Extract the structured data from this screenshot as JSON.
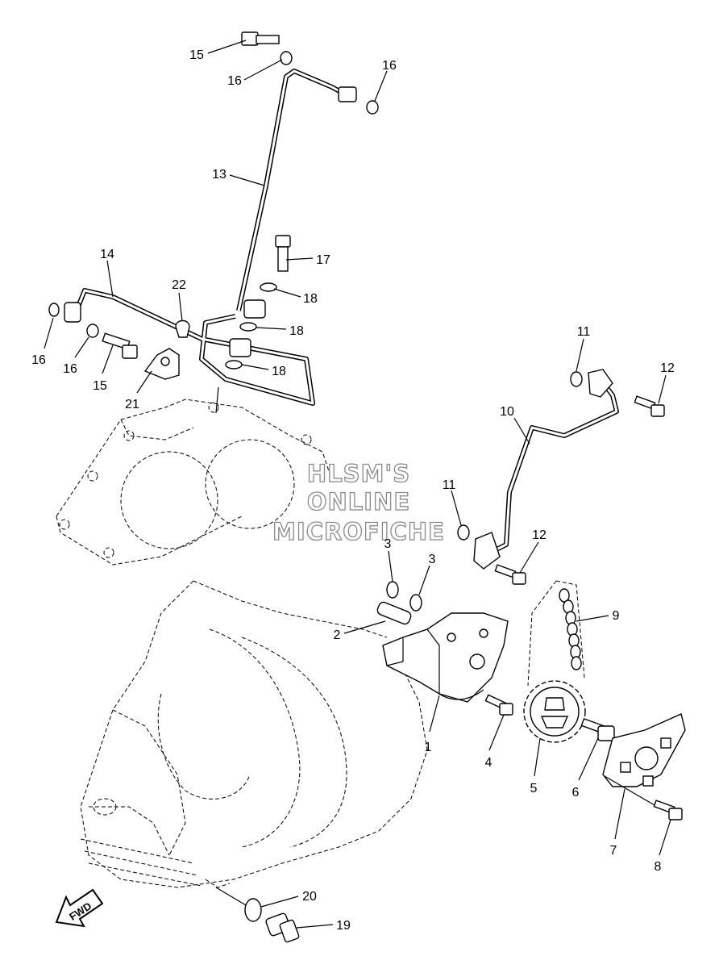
{
  "watermark": {
    "line1": "HLSM'S",
    "line2": "ONLINE",
    "line3": "MICROFICHE"
  },
  "direction_arrow": {
    "label": "FWD",
    "icon": "arrow-left-icon"
  },
  "callouts": [
    {
      "id": "c15a",
      "label": "15"
    },
    {
      "id": "c16a",
      "label": "16"
    },
    {
      "id": "c16b",
      "label": "16"
    },
    {
      "id": "c13",
      "label": "13"
    },
    {
      "id": "c17",
      "label": "17"
    },
    {
      "id": "c14",
      "label": "14"
    },
    {
      "id": "c22",
      "label": "22"
    },
    {
      "id": "c18a",
      "label": "18"
    },
    {
      "id": "c18b",
      "label": "18"
    },
    {
      "id": "c18c",
      "label": "18"
    },
    {
      "id": "c16c",
      "label": "16"
    },
    {
      "id": "c16d",
      "label": "16"
    },
    {
      "id": "c15b",
      "label": "15"
    },
    {
      "id": "c21",
      "label": "21"
    },
    {
      "id": "c11a",
      "label": "11"
    },
    {
      "id": "c12a",
      "label": "12"
    },
    {
      "id": "c10",
      "label": "10"
    },
    {
      "id": "c11b",
      "label": "11"
    },
    {
      "id": "c12b",
      "label": "12"
    },
    {
      "id": "c3a",
      "label": "3"
    },
    {
      "id": "c3b",
      "label": "3"
    },
    {
      "id": "c2",
      "label": "2"
    },
    {
      "id": "c9",
      "label": "9"
    },
    {
      "id": "c1",
      "label": "1"
    },
    {
      "id": "c4",
      "label": "4"
    },
    {
      "id": "c5",
      "label": "5"
    },
    {
      "id": "c6",
      "label": "6"
    },
    {
      "id": "c7",
      "label": "7"
    },
    {
      "id": "c8",
      "label": "8"
    },
    {
      "id": "c20",
      "label": "20"
    },
    {
      "id": "c19",
      "label": "19"
    }
  ]
}
